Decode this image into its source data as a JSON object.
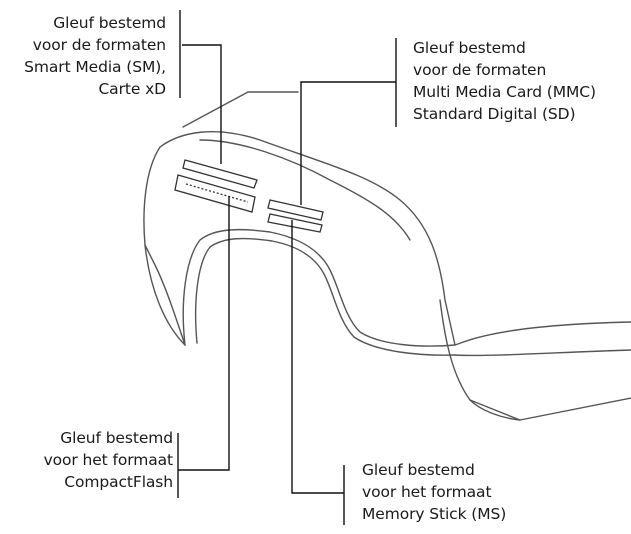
{
  "callouts": {
    "top_left": {
      "lines": [
        "Gleuf bestemd",
        "voor de formaten",
        "Smart Media (SM),",
        "Carte xD"
      ]
    },
    "top_right": {
      "lines": [
        "Gleuf bestemd",
        "voor de formaten",
        "Multi Media Card (MMC)",
        "Standard Digital (SD)"
      ]
    },
    "bottom_left": {
      "lines": [
        "Gleuf bestemd",
        "voor het formaat",
        "CompactFlash"
      ]
    },
    "bottom_right": {
      "lines": [
        "Gleuf bestemd",
        "voor het formaat",
        "Memory Stick (MS)"
      ]
    }
  },
  "colors": {
    "ink": "#1a1a1a",
    "outline": "#555555",
    "background": "#ffffff"
  }
}
